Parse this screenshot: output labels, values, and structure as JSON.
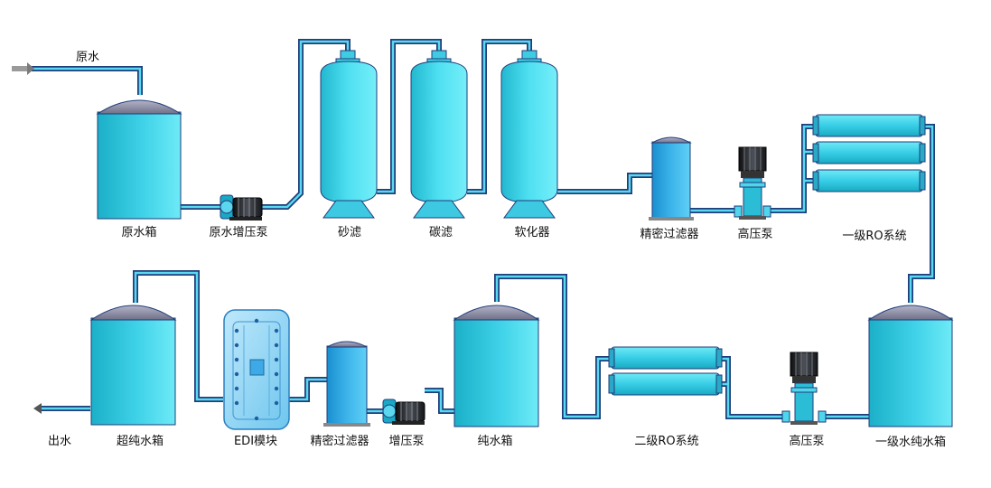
{
  "diagram": {
    "labels": {
      "raw_water_inlet": "原水",
      "raw_water_tank": "原水箱",
      "raw_water_booster_pump": "原水增压泵",
      "sand_filter": "砂滤",
      "carbon_filter": "碳滤",
      "softener": "软化器",
      "precision_filter_1": "精密过滤器",
      "high_pressure_pump_1": "高压泵",
      "ro_stage_1": "一级RO系统",
      "ro1_pure_water_tank": "一级水纯水箱",
      "high_pressure_pump_2": "高压泵",
      "ro_stage_2": "二级RO系统",
      "pure_water_tank": "纯水箱",
      "booster_pump": "增压泵",
      "precision_filter_2": "精密过滤器",
      "edi_module": "EDI模块",
      "ultrapure_water_tank": "超纯水箱",
      "outlet": "出水"
    },
    "colors": {
      "pipe_outer": "#1f3d7a",
      "pipe_inner": "#59d8f0",
      "tank_dark": "#1bb0c8",
      "tank_light": "#5ce6f5",
      "dome": "#8e8ea8",
      "pump_body": "#22262e",
      "edi_frame": "#6fc8f0"
    }
  }
}
